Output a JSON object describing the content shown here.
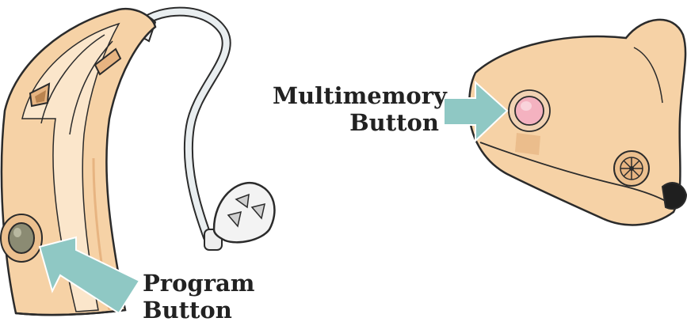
{
  "labels": {
    "multimemory": {
      "line1": "Multimemory",
      "line2": "Button"
    },
    "program": {
      "line1": "Program",
      "line2": "Button"
    }
  },
  "colors": {
    "skin": "#f6d2a6",
    "skin_light": "#fbe6cb",
    "skin_dark": "#e7b481",
    "outline": "#2b2b2b",
    "arrow": "#8fc8c4",
    "program_button": "#8b8b73",
    "multimemory_button": "#f4b2c0",
    "tube": "#e9eef0"
  }
}
